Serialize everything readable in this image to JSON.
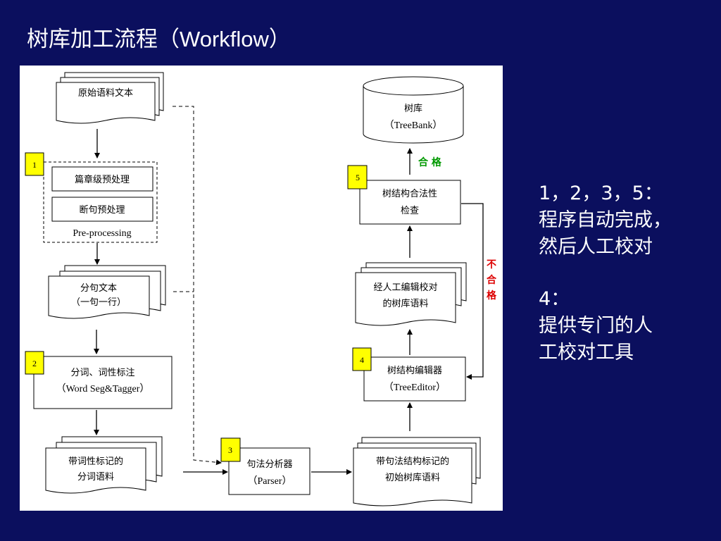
{
  "slide": {
    "title_cn": "树库加工流程（",
    "title_en": "Workflow",
    "title_close": "）"
  },
  "diagram": {
    "raw_text": "原始语料文本",
    "step1": {
      "badge": "1",
      "box1": "篇章级预处理",
      "box2": "断句预处理",
      "label": "Pre-processing"
    },
    "sentence_text": {
      "line1": "分句文本",
      "line2": "（一句一行）"
    },
    "step2": {
      "badge": "2",
      "line1": "分词、词性标注",
      "line2": "（Word Seg&Tagger）"
    },
    "tagged_corpus": {
      "line1": "带词性标记的",
      "line2": "分词语料"
    },
    "step3": {
      "badge": "3",
      "line1": "句法分析器",
      "line2": "（Parser）"
    },
    "initial_treebank": {
      "line1": "带句法结构标记的",
      "line2": "初始树库语料"
    },
    "step4": {
      "badge": "4",
      "line1": "树结构编辑器",
      "line2": "（TreeEditor）"
    },
    "edited_treebank": {
      "line1": "经人工编辑校对",
      "line2": "的树库语料"
    },
    "step5": {
      "badge": "5",
      "line1": "树结构合法性",
      "line2": "检查"
    },
    "treebank": {
      "line1": "树库",
      "line2": "（TreeBank）"
    },
    "pass_label": "合 格",
    "fail_label": [
      "不",
      "合",
      "格"
    ]
  },
  "notes": {
    "line1": "1，2，3，5：",
    "line2": "程序自动完成，",
    "line3": "然后人工校对",
    "line4": "4：",
    "line5": "提供专门的人",
    "line6": "工校对工具"
  },
  "colors": {
    "background": "#0b0f5e",
    "badge": "#ffff00",
    "pass": "#009900",
    "fail": "#dd0000"
  }
}
